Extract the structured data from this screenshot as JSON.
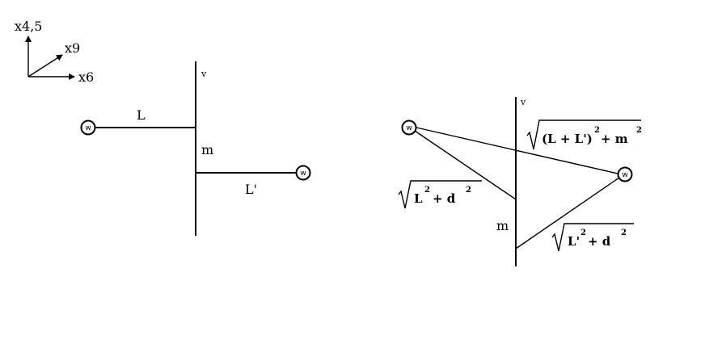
{
  "axes": {
    "x45": "x4,5",
    "x9": "x9",
    "x6": "x6"
  },
  "left": {
    "v": "v",
    "L": "L",
    "m": "m",
    "Lp": "L'",
    "w1": "w",
    "w2": "w"
  },
  "right": {
    "v": "v",
    "m": "m",
    "w1": "w",
    "w2": "w",
    "expr_top": {
      "open": "(L + L')",
      "exp1": "2",
      "plus": "+ m",
      "exp2": "2"
    },
    "expr_left": {
      "base": "L",
      "exp1": "2",
      "plus": "+ d",
      "exp2": "2"
    },
    "expr_right": {
      "base": "L'",
      "exp1": "2",
      "plus": "+ d",
      "exp2": "2"
    }
  }
}
